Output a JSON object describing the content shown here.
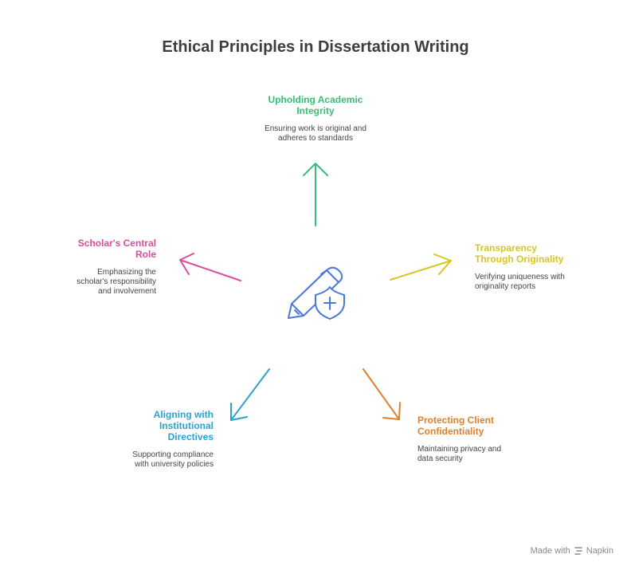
{
  "title": "Ethical Principles in Dissertation Writing",
  "nodes": {
    "integrity": {
      "title": "Upholding Academic Integrity",
      "desc": "Ensuring work is original and adheres to standards",
      "color": "#3bbd7a"
    },
    "transparency": {
      "title": "Transparency Through Originality",
      "desc": "Verifying uniqueness with originality reports",
      "color": "#d9c51f"
    },
    "confidentiality": {
      "title": "Protecting Client Confidentiality",
      "desc": "Maintaining privacy and data security",
      "color": "#e0802a"
    },
    "directives": {
      "title": "Aligning with Institutional Directives",
      "desc": "Supporting compliance with university policies",
      "color": "#2aa3cf"
    },
    "scholar": {
      "title": "Scholar's Central Role",
      "desc": "Emphasizing the scholar's responsibility and involvement",
      "color": "#d94f9e"
    }
  },
  "center_icon": {
    "name": "pen-shield-icon",
    "color": "#4a78d9"
  },
  "footer": {
    "text": "Made with",
    "brand": "Napkin"
  }
}
